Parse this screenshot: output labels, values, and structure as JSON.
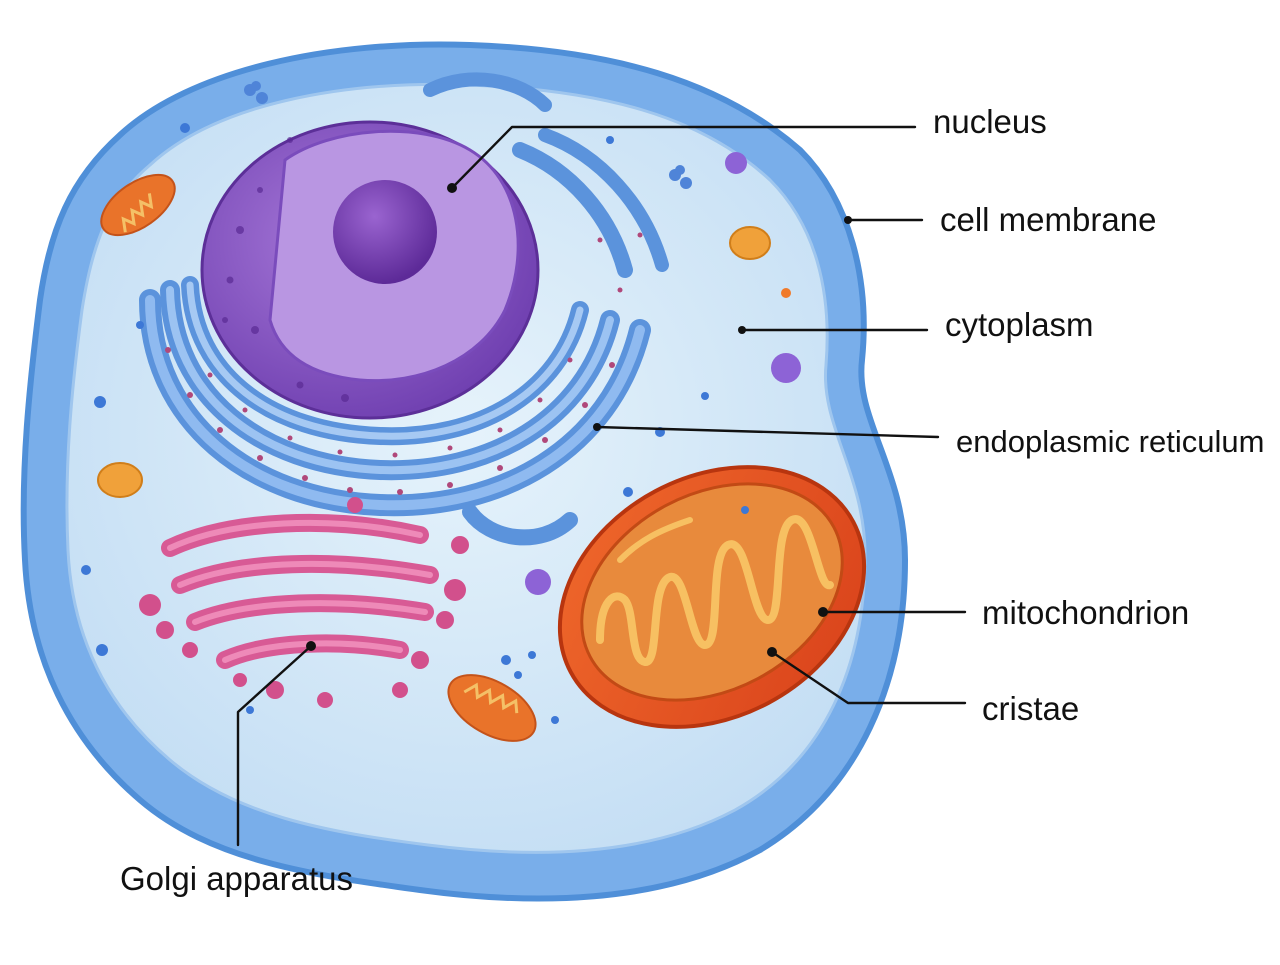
{
  "diagram": {
    "labels": {
      "nucleus": "nucleus",
      "cell_membrane": "cell membrane",
      "cytoplasm": "cytoplasm",
      "endoplasmic_reticulum": "endoplasmic reticulum",
      "mitochondrion": "mitochondrion",
      "cristae": "cristae",
      "golgi_apparatus": "Golgi apparatus"
    }
  },
  "colors": {
    "membrane": "#6ba6e8",
    "cytoplasm": "#cfe6f7",
    "nucleus": "#8e5cc6",
    "nucleoplasm": "#b896e0",
    "nucleolus": "#6e3aa8",
    "er": "#6b9fe0",
    "golgi": "#d85a95",
    "mitochondrion": "#e8521e",
    "cristae": "#f2b04a",
    "vesicle_orange": "#f0a13a",
    "vesicle_purple": "#8d63d6",
    "vesicle_blue": "#3d78d6"
  }
}
